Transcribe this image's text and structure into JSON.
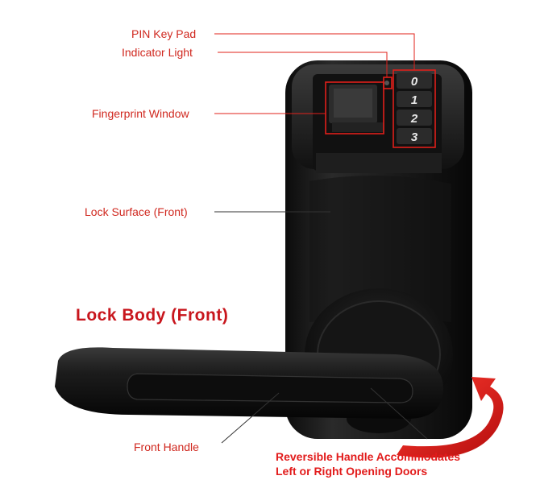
{
  "labels": {
    "pin_key_pad": "PIN Key Pad",
    "indicator_light": "Indicator Light",
    "fingerprint_window": "Fingerprint Window",
    "lock_surface": "Lock Surface (Front)",
    "front_handle": "Front Handle"
  },
  "title": "Lock Body (Front)",
  "note": {
    "line1": "Reversible Handle Accommodates",
    "line2": "Left or Right Opening Doors"
  },
  "keypad": {
    "keys": [
      "0",
      "1",
      "2",
      "3"
    ]
  },
  "colors": {
    "label": "#d0281f",
    "title": "#c8161d",
    "highlight": "#e0201a",
    "lock_body": "#1a1a1a"
  }
}
